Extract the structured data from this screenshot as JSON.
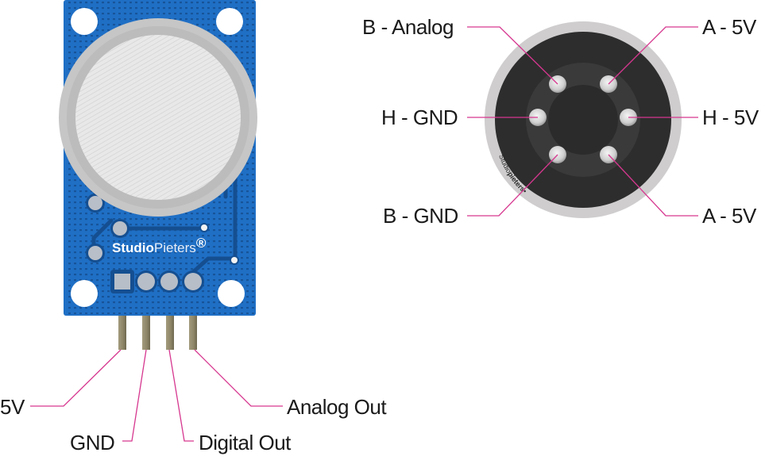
{
  "figure": {
    "type": "pinout-diagram",
    "subject": "MQ gas sensor module"
  },
  "module": {
    "brand_bold": "Studio",
    "brand_light": "Pieters",
    "brand_mark": "®",
    "colors": {
      "pcb": "#1f6fc5",
      "pcb_dark": "#154f91",
      "sensor_ring": "#c8c8c8",
      "sensor_mesh": "#e6e6e6",
      "header_pin": "#8f876b",
      "leader_line": "#d6378f"
    },
    "pins": [
      {
        "label": "5V"
      },
      {
        "label": "GND"
      },
      {
        "label": "Digital Out"
      },
      {
        "label": "Analog Out"
      }
    ]
  },
  "sensor": {
    "brand_bold": "pieters",
    "brand_light": "Studio",
    "brand_mark": "•",
    "colors": {
      "outer_ring": "#cfcdce",
      "body": "#2d2d2d",
      "inner_ring": "#3a3a3a",
      "pin": "#d7d7d7"
    },
    "pins": [
      {
        "label": "B - Analog",
        "position": "top-left"
      },
      {
        "label": "A - 5V",
        "position": "top-right"
      },
      {
        "label": "H - GND",
        "position": "middle-left"
      },
      {
        "label": "H - 5V",
        "position": "middle-right"
      },
      {
        "label": "B - GND",
        "position": "bottom-left"
      },
      {
        "label": "A - 5V",
        "position": "bottom-right"
      }
    ]
  }
}
